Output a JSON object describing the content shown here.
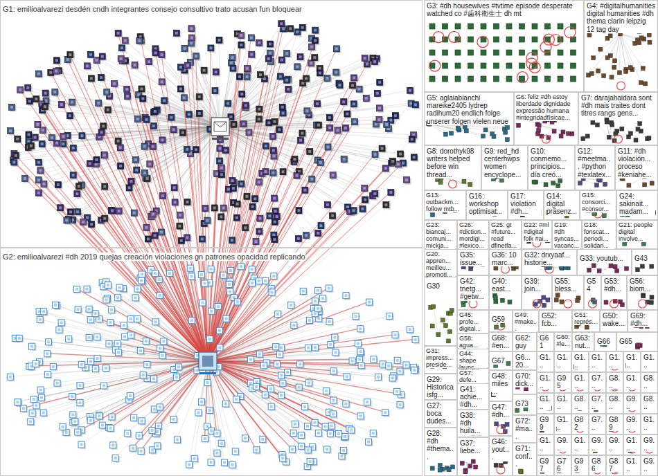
{
  "diagram": {
    "nodes": [
      {
        "text": [
          "G1: emilioalvarezi desdén cndh integrantes consejo consultivo trato acusan fun bloquear"
        ]
      },
      {
        "text": [
          "G2: emilioalvarezi #dh 2019 quejas creación violaciones gn patrones opacidad replicando"
        ]
      },
      {
        "text": [
          "G3: #dh housewives #tvtime episode desperate watched co #歯科衛生士 dh mt"
        ]
      },
      {
        "text": [
          "G4: #digitalhumanities digital humanities #dh thema clarin leipzig 12 tag day"
        ]
      },
      {
        "text": [
          "G5: aglaiabianchi mareike2405 lydrep radihum20 endlich folge unserer folgen vielen neue"
        ]
      },
      {
        "text": [
          "G6: feliz #dh estoy liberdade dignidade expressão humana #integridadfísicae..."
        ]
      },
      {
        "text": [
          "G7: darajahaidara sont #dh mais traites dont titres rangs gens..."
        ]
      },
      {
        "text": [
          "G8: dorothyk98 writers helped before win thread..."
        ]
      },
      {
        "text": [
          "G9: red_hd centerhwps women encyclope..."
        ]
      },
      {
        "text": [
          "G10: conmemo... principios... día creó..."
        ]
      },
      {
        "text": [
          "G12: #meetma... #python #texlatex..."
        ]
      },
      {
        "text": [
          "G11: #dh violación... proceso #keniahe..."
        ]
      },
      {
        "text": [
          "G13: outbackm... follow mtb..."
        ]
      },
      {
        "text": [
          "G16: workshop optimisat..."
        ]
      },
      {
        "text": [
          "G17: violation #dh..."
        ]
      },
      {
        "text": [
          "G14: digital präsenz..."
        ]
      },
      {
        "text": [
          "G15: consorci... #consor..."
        ]
      },
      {
        "text": [
          "G24: sakinait... madam..."
        ]
      },
      {
        "text": [
          "G23: biancaj... comuni... mickja..."
        ]
      },
      {
        "text": [
          "G26: #diction... mordigi... #lexico..."
        ]
      },
      {
        "text": [
          "G25: gt #future... read dfinetfa..."
        ]
      },
      {
        "text": [
          "G22: #ml #digital folk #ai..."
        ]
      },
      {
        "text": [
          "G19: #dh syncas... vacanc..."
        ]
      },
      {
        "text": [
          "G18: fonscat... periodi... solidari..."
        ]
      },
      {
        "text": [
          "G21: people digital involve..."
        ]
      },
      {
        "text": [
          "G20: appren... meilleu... promoti..."
        ]
      },
      {
        "text": [
          "G35: issue..."
        ]
      },
      {
        "text": [
          "G36: 10 marc..."
        ]
      },
      {
        "text": [
          "G32: drxyaaf... historie..."
        ]
      },
      {
        "text": [
          "G33: youtub..."
        ]
      },
      {
        "text": [
          "G43"
        ]
      },
      {
        "text": [
          "G30"
        ]
      },
      {
        "text": [
          "G42: tnetg... #getw..."
        ]
      },
      {
        "text": [
          "G40: east..."
        ]
      },
      {
        "text": [
          "G39: join..."
        ]
      },
      {
        "text": [
          "G55: bless..."
        ]
      },
      {
        "text": [
          "G54"
        ]
      },
      {
        "text": [
          "G53: #dh..."
        ]
      },
      {
        "text": [
          "G56: biom..."
        ]
      },
      {
        "text": [
          "G45: profe... digital..."
        ]
      },
      {
        "text": [
          "G59"
        ]
      },
      {
        "text": [
          "G49: #make..."
        ]
      },
      {
        "text": [
          "G52: fcb..."
        ]
      },
      {
        "text": [
          "G51: représ..."
        ]
      },
      {
        "text": [
          "G50: wake..."
        ]
      },
      {
        "text": [
          "G69: #dh..."
        ]
      },
      {
        "text": [
          "G58: agua..."
        ]
      },
      {
        "text": [
          "G68: #en..."
        ]
      },
      {
        "text": [
          "G62: guy"
        ]
      },
      {
        "text": [
          "G61"
        ]
      },
      {
        "text": [
          "G60: #le..."
        ]
      },
      {
        "text": [
          "G63: nut..."
        ]
      },
      {
        "text": [
          "G66"
        ]
      },
      {
        "text": [
          "G65"
        ]
      },
      {
        "text": [
          "G31: impress... preside..."
        ]
      },
      {
        "text": [
          "G44: shape launc..."
        ]
      },
      {
        "text": [
          "G67"
        ]
      },
      {
        "text": [
          "G6... 20..."
        ]
      },
      {
        "text": [
          "G57: defe..."
        ]
      },
      {
        "text": [
          "G29: Historica isfg..."
        ]
      },
      {
        "text": [
          "G41: achie... #dh..."
        ]
      },
      {
        "text": [
          "G70: dick..."
        ]
      },
      {
        "text": [
          "G48: miles..."
        ]
      },
      {
        "text": [
          "G27: boca dudes..."
        ]
      },
      {
        "text": [
          "G73"
        ]
      },
      {
        "text": [
          "G38: #dh huila..."
        ]
      },
      {
        "text": [
          "G47: #dh..."
        ]
      },
      {
        "text": [
          "G72: #ma..."
        ]
      },
      {
        "text": [
          "G28: #dh #thema..."
        ]
      },
      {
        "text": [
          "G37: liebe..."
        ]
      },
      {
        "text": [
          "G46: yout..."
        ]
      },
      {
        "text": [
          "G71: conf..."
        ]
      },
      {
        "text": [
          "G1..."
        ]
      },
      {
        "text": [
          "G1..."
        ]
      },
      {
        "text": [
          "G1..."
        ]
      },
      {
        "text": [
          "G1..."
        ]
      },
      {
        "text": [
          "G1..."
        ]
      },
      {
        "text": [
          "G1..."
        ]
      },
      {
        "text": [
          "G1..."
        ]
      },
      {
        "text": [
          "G1..."
        ]
      },
      {
        "text": [
          "G95"
        ]
      },
      {
        "text": [
          "G1..."
        ]
      },
      {
        "text": [
          "G7..."
        ]
      },
      {
        "text": [
          "G8..."
        ]
      },
      {
        "text": [
          "G1..."
        ]
      },
      {
        "text": [
          "G8..."
        ]
      },
      {
        "text": [
          "G1..."
        ]
      },
      {
        "text": [
          "G1..."
        ]
      },
      {
        "text": [
          "G8..."
        ]
      },
      {
        "text": [
          "G7..."
        ]
      },
      {
        "text": [
          "G8..."
        ]
      },
      {
        "text": [
          "G9..."
        ]
      },
      {
        "text": [
          "G8..."
        ]
      },
      {
        "text": [
          "G99"
        ]
      },
      {
        "text": [
          "G1..."
        ]
      },
      {
        "text": [
          "G82"
        ]
      },
      {
        "text": [
          "G7..."
        ]
      },
      {
        "text": [
          "G89"
        ]
      },
      {
        "text": [
          "G9..."
        ]
      },
      {
        "text": [
          "G1..."
        ]
      },
      {
        "text": [
          "G1..."
        ]
      },
      {
        "text": [
          "G9..."
        ]
      },
      {
        "text": [
          "G1..."
        ]
      },
      {
        "text": [
          "G9..."
        ]
      },
      {
        "text": [
          "G9..."
        ]
      },
      {
        "text": [
          "G1..."
        ]
      },
      {
        "text": [
          "G9..."
        ]
      },
      {
        "text": [
          "G97"
        ]
      },
      {
        "text": [
          "G76"
        ]
      },
      {
        "text": [
          "G93"
        ]
      },
      {
        "text": [
          "G86"
        ]
      },
      {
        "text": [
          "G87"
        ]
      },
      {
        "text": [
          "G1..."
        ]
      },
      {
        "text": [
          "G9..."
        ]
      }
    ]
  }
}
